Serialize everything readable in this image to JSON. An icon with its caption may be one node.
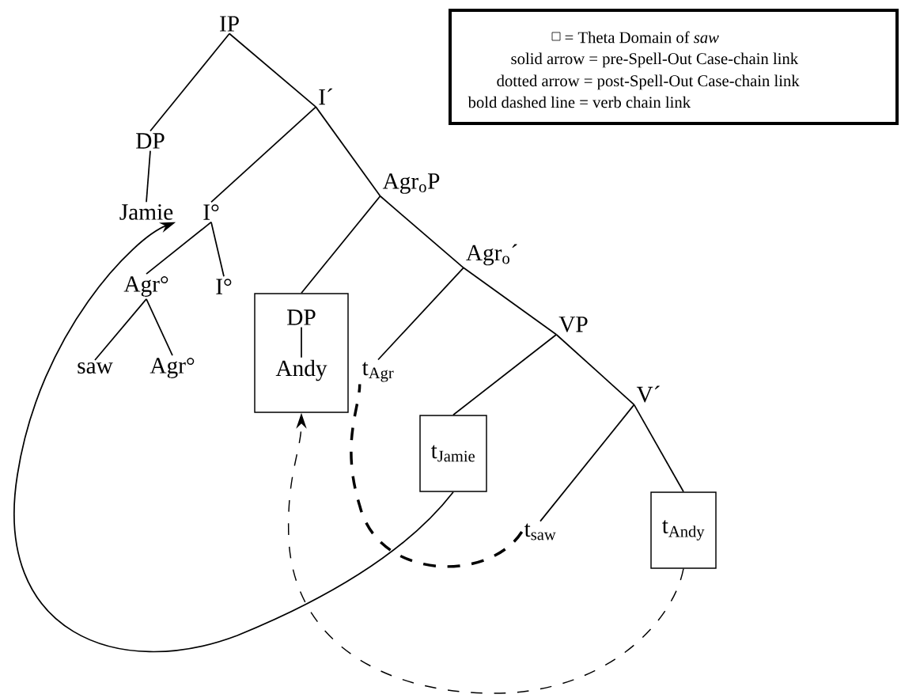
{
  "diagram": {
    "nodes": [
      {
        "text": [
          "IP"
        ]
      },
      {
        "text": [
          "I´"
        ]
      },
      {
        "text": [
          "DP"
        ]
      },
      {
        "text": [
          "Agr$_{o}$P"
        ]
      },
      {
        "text": [
          "Jamie"
        ]
      },
      {
        "text": [
          "I°"
        ]
      },
      {
        "text": [
          "Agr$_{o}$´"
        ]
      },
      {
        "text": [
          "Agr°"
        ]
      },
      {
        "text": [
          "I°"
        ]
      },
      {
        "text": [],
        "shape": "box"
      },
      {
        "text": [
          "DP"
        ],
        "in": 9
      },
      {
        "text": [
          "Andy"
        ],
        "in": 9
      },
      {
        "text": [
          "VP"
        ]
      },
      {
        "text": [
          "t$_{Agr}$"
        ]
      },
      {
        "text": [
          "saw"
        ]
      },
      {
        "text": [
          "Agr°"
        ]
      },
      {
        "text": [
          "V´"
        ]
      },
      {
        "text": [
          "t$_{Jamie}$"
        ]
      },
      {
        "text": [
          "t$_{saw}$"
        ]
      },
      {
        "text": [
          "t$_{Andy}$"
        ]
      }
    ],
    "edges": [
      {
        "from": 0,
        "to": 2,
        "arrow": "none"
      },
      {
        "from": 0,
        "to": 1,
        "arrow": "none"
      },
      {
        "from": 2,
        "to": 4,
        "arrow": "none"
      },
      {
        "from": 1,
        "to": 5,
        "arrow": "none"
      },
      {
        "from": 1,
        "to": 3,
        "arrow": "none"
      },
      {
        "from": 5,
        "to": 7,
        "arrow": "none"
      },
      {
        "from": 5,
        "to": 8,
        "arrow": "none"
      },
      {
        "from": 3,
        "to": 9,
        "arrow": "none"
      },
      {
        "from": 3,
        "to": 6,
        "arrow": "none"
      },
      {
        "from": 10,
        "to": 11,
        "arrow": "none"
      },
      {
        "from": 7,
        "to": 14,
        "arrow": "none"
      },
      {
        "from": 7,
        "to": 15,
        "arrow": "none"
      },
      {
        "from": 6,
        "to": 13,
        "arrow": "none"
      },
      {
        "from": 6,
        "to": 12,
        "arrow": "none"
      },
      {
        "from": 12,
        "to": 17,
        "arrow": "none"
      },
      {
        "from": 12,
        "to": 16,
        "arrow": "none"
      },
      {
        "from": 16,
        "to": 18,
        "arrow": "none"
      },
      {
        "from": 16,
        "to": 19,
        "arrow": "none"
      },
      {
        "from": 17,
        "to": 4,
        "arrow": "to"
      },
      {
        "from": 19,
        "to": 9,
        "arrow": "to",
        "style": "dashed"
      },
      {
        "from": 18,
        "to": 13,
        "arrow": "none",
        "style": "dashed"
      }
    ],
    "legend": [
      {
        "text": "= Theta Domain of *saw*"
      },
      {
        "text": "solid arrow = pre-Spell-Out Case-chain link"
      },
      {
        "text": "dotted arrow = post-Spell-Out Case-chain link"
      },
      {
        "text": "bold dashed line = verb chain link"
      }
    ]
  }
}
